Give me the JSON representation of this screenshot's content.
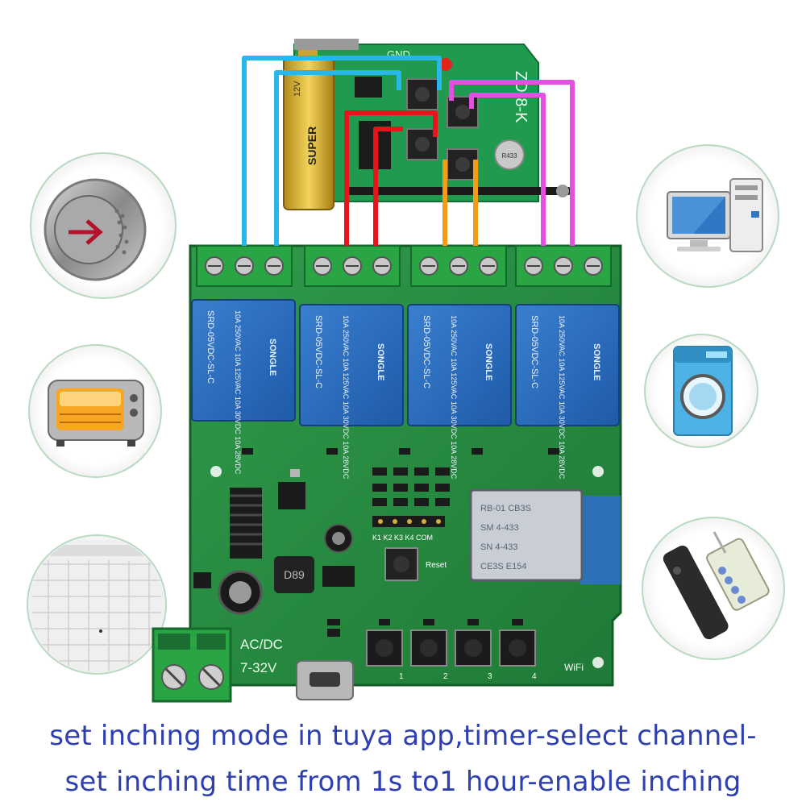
{
  "caption": {
    "line1": "set inching mode in tuya app,timer-select channel-",
    "line2": "set inching time from 1s to1 hour-enable inching"
  },
  "remote_board": {
    "gnd_label": "GND",
    "model_label": "ZD-8-K",
    "battery_label": "SUPER",
    "battery_voltage": "12V",
    "crystal_label": "R433"
  },
  "relay": {
    "brand": "SONGLE",
    "model": "SRD-05VDC-SL-C",
    "rating": "10A 250VAC 10A 125VAC 10A 30VDC 10A 28VDC"
  },
  "main_board": {
    "power_label_1": "AC/DC",
    "power_label_2": "7-32V",
    "wifi_label": "WiFi",
    "reset_label": "Reset",
    "header_label": "K1 K2 K3 K4 COM",
    "inductor_label": "D89",
    "button_numbers": [
      "1",
      "2",
      "3",
      "4"
    ]
  },
  "wifi_module": {
    "line1": "RB-01 CB3S",
    "line2": "SM 4-433",
    "line3": "SN 4-433",
    "line4": "CE3S E154"
  },
  "wire_colors": {
    "blue": "#29b6e8",
    "red": "#e8141c",
    "orange": "#f49b17",
    "magenta": "#e34fe0"
  },
  "application_icons": [
    "elevator-button-icon",
    "toaster-oven-icon",
    "ceiling-panel-icon",
    "computer-icon",
    "washing-machine-icon",
    "remote-controls-icon"
  ]
}
